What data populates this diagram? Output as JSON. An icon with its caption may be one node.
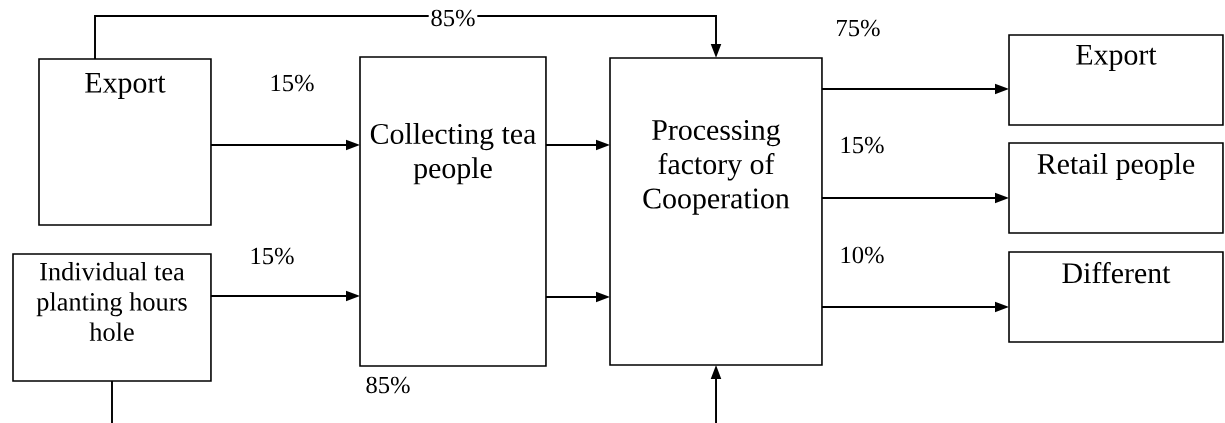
{
  "diagram": {
    "nodes": [
      {
        "text": [
          "Export"
        ]
      },
      {
        "text": [
          "Individual tea planting hours hole"
        ]
      },
      {
        "text": [
          "Collecting tea people"
        ]
      },
      {
        "text": [
          "Processing factory of Cooperation"
        ]
      },
      {
        "text": [
          "Export"
        ]
      },
      {
        "text": [
          "Retail people"
        ]
      },
      {
        "text": [
          "Different"
        ]
      }
    ],
    "edges": [
      {
        "from": 0,
        "to": 3,
        "arrow": "to",
        "label": "85%"
      },
      {
        "from": 0,
        "to": 2,
        "arrow": "to",
        "label": "15%"
      },
      {
        "from": 1,
        "to": 2,
        "arrow": "to",
        "label": "15%"
      },
      {
        "from": 2,
        "to": 3,
        "arrow": "to"
      },
      {
        "from": 2,
        "to": 3,
        "arrow": "to"
      },
      {
        "from": 3,
        "to": 4,
        "arrow": "to",
        "label": "75%"
      },
      {
        "from": 3,
        "to": 5,
        "arrow": "to",
        "label": "15%"
      },
      {
        "from": 3,
        "to": 6,
        "arrow": "to",
        "label": "10%"
      },
      {
        "from": 1,
        "to": 3,
        "arrow": "to",
        "label": "85%"
      }
    ]
  }
}
